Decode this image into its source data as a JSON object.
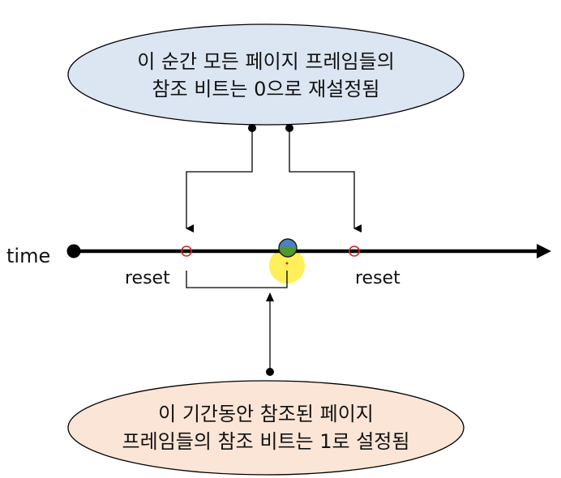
{
  "top_note": {
    "line1": "이 순간 모든 페이지 프레임들의",
    "line2": "참조 비트는 0으로 재설정됨",
    "fill": "#dce6f2"
  },
  "bottom_note": {
    "line1": "이 기간동안 참조된 페이지",
    "line2": "프레임들의 참조 비트는 1로 설정됨",
    "fill": "#fbe5d6"
  },
  "timeline": {
    "label": "time",
    "reset_left": "reset",
    "reset_right": "reset"
  },
  "colors": {
    "reset_marker": "#e0221b",
    "highlight": "#ffef5a",
    "current_top": "#4f81bd",
    "current_bottom": "#4e9a2a",
    "line": "#000000"
  }
}
